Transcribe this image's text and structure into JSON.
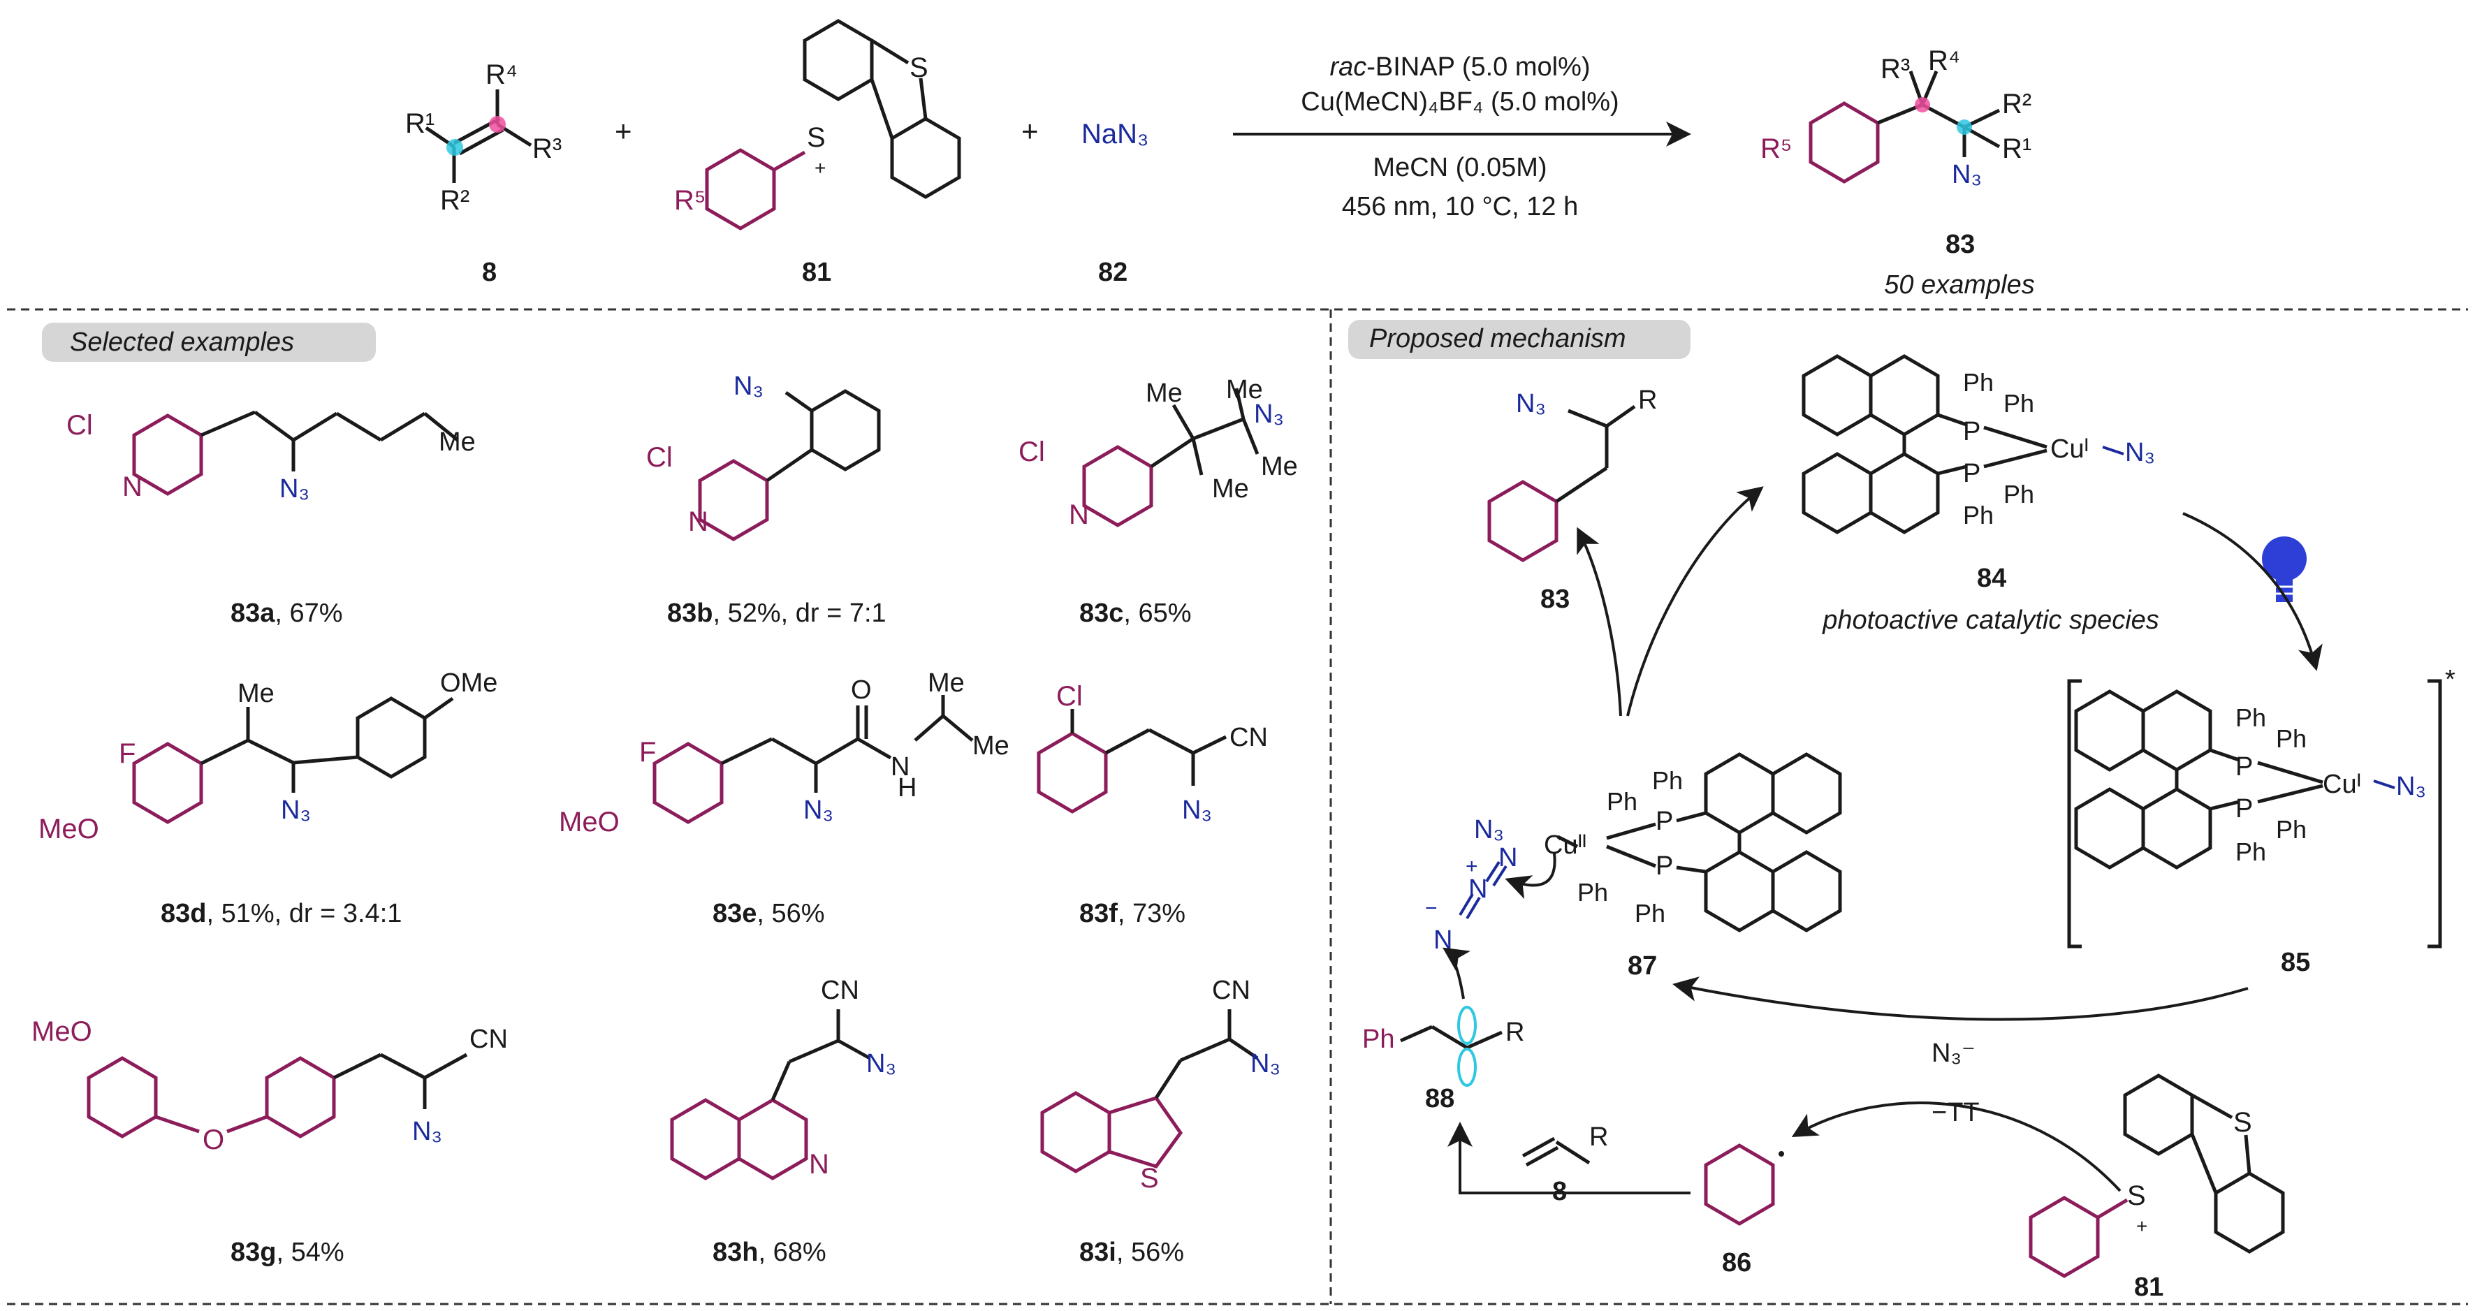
{
  "colors": {
    "ink": "#1a1a1a",
    "magenta": "#8c1d5a",
    "navy": "#1a2a9c",
    "cyan": "#2ec8e0",
    "pink": "#f04fa0",
    "bulb": "#2d3fd6",
    "tag_bg": "#d6d6d6"
  },
  "scheme": {
    "reagents": {
      "line1_italic": "rac",
      "line1_rest": "-BINAP (5.0 mol%)",
      "line2": "Cu(MeCN)₄BF₄ (5.0 mol%)",
      "line3": "MeCN (0.05M)",
      "line4": "456 nm, 10 °C, 12 h"
    },
    "plus": "+",
    "azide_salt": "NaN₃",
    "labels": {
      "alkene": "8",
      "sulfonium": "81",
      "salt": "82",
      "product": "83"
    },
    "examples_count": "50 examples"
  },
  "atoms": {
    "R1": "R¹",
    "R2": "R²",
    "R3": "R³",
    "R4": "R⁴",
    "R5": "R⁵",
    "S": "S",
    "Splus": "S",
    "charge_plus": "+",
    "N3": "N₃",
    "Cl": "Cl",
    "N": "N",
    "Me": "Me",
    "F": "F",
    "MeO": "MeO",
    "OMe": "OMe",
    "O": "O",
    "H": "H",
    "CN": "CN",
    "R": "R",
    "Ph": "Ph",
    "P": "P",
    "Cu_I": "Cuᴵ",
    "Cu_II": "Cuᴵᴵ",
    "N_minus": "N",
    "minus": "−"
  },
  "left_panel": {
    "tag": "Selected examples",
    "examples": [
      {
        "id": "83a",
        "rest": ", 67%"
      },
      {
        "id": "83b",
        "rest": ", 52%, dr = 7:1"
      },
      {
        "id": "83c",
        "rest": ", 65%"
      },
      {
        "id": "83d",
        "rest": ", 51%, dr = 3.4:1"
      },
      {
        "id": "83e",
        "rest": ", 56%"
      },
      {
        "id": "83f",
        "rest": ", 73%"
      },
      {
        "id": "83g",
        "rest": ", 54%"
      },
      {
        "id": "83h",
        "rest": ", 68%"
      },
      {
        "id": "83i",
        "rest": ", 56%"
      }
    ]
  },
  "right_panel": {
    "tag": "Proposed mechanism",
    "photo_species": "photoactive catalytic species",
    "excited_mark": "*",
    "azide_anion": "N₃⁻",
    "tt_loss": "−TT",
    "labels": {
      "prod": "83",
      "cat": "84",
      "excited": "85",
      "cu2": "87",
      "radical_adduct": "88",
      "aryl_radical": "86",
      "sulfonium": "81",
      "alkene": "8"
    }
  }
}
